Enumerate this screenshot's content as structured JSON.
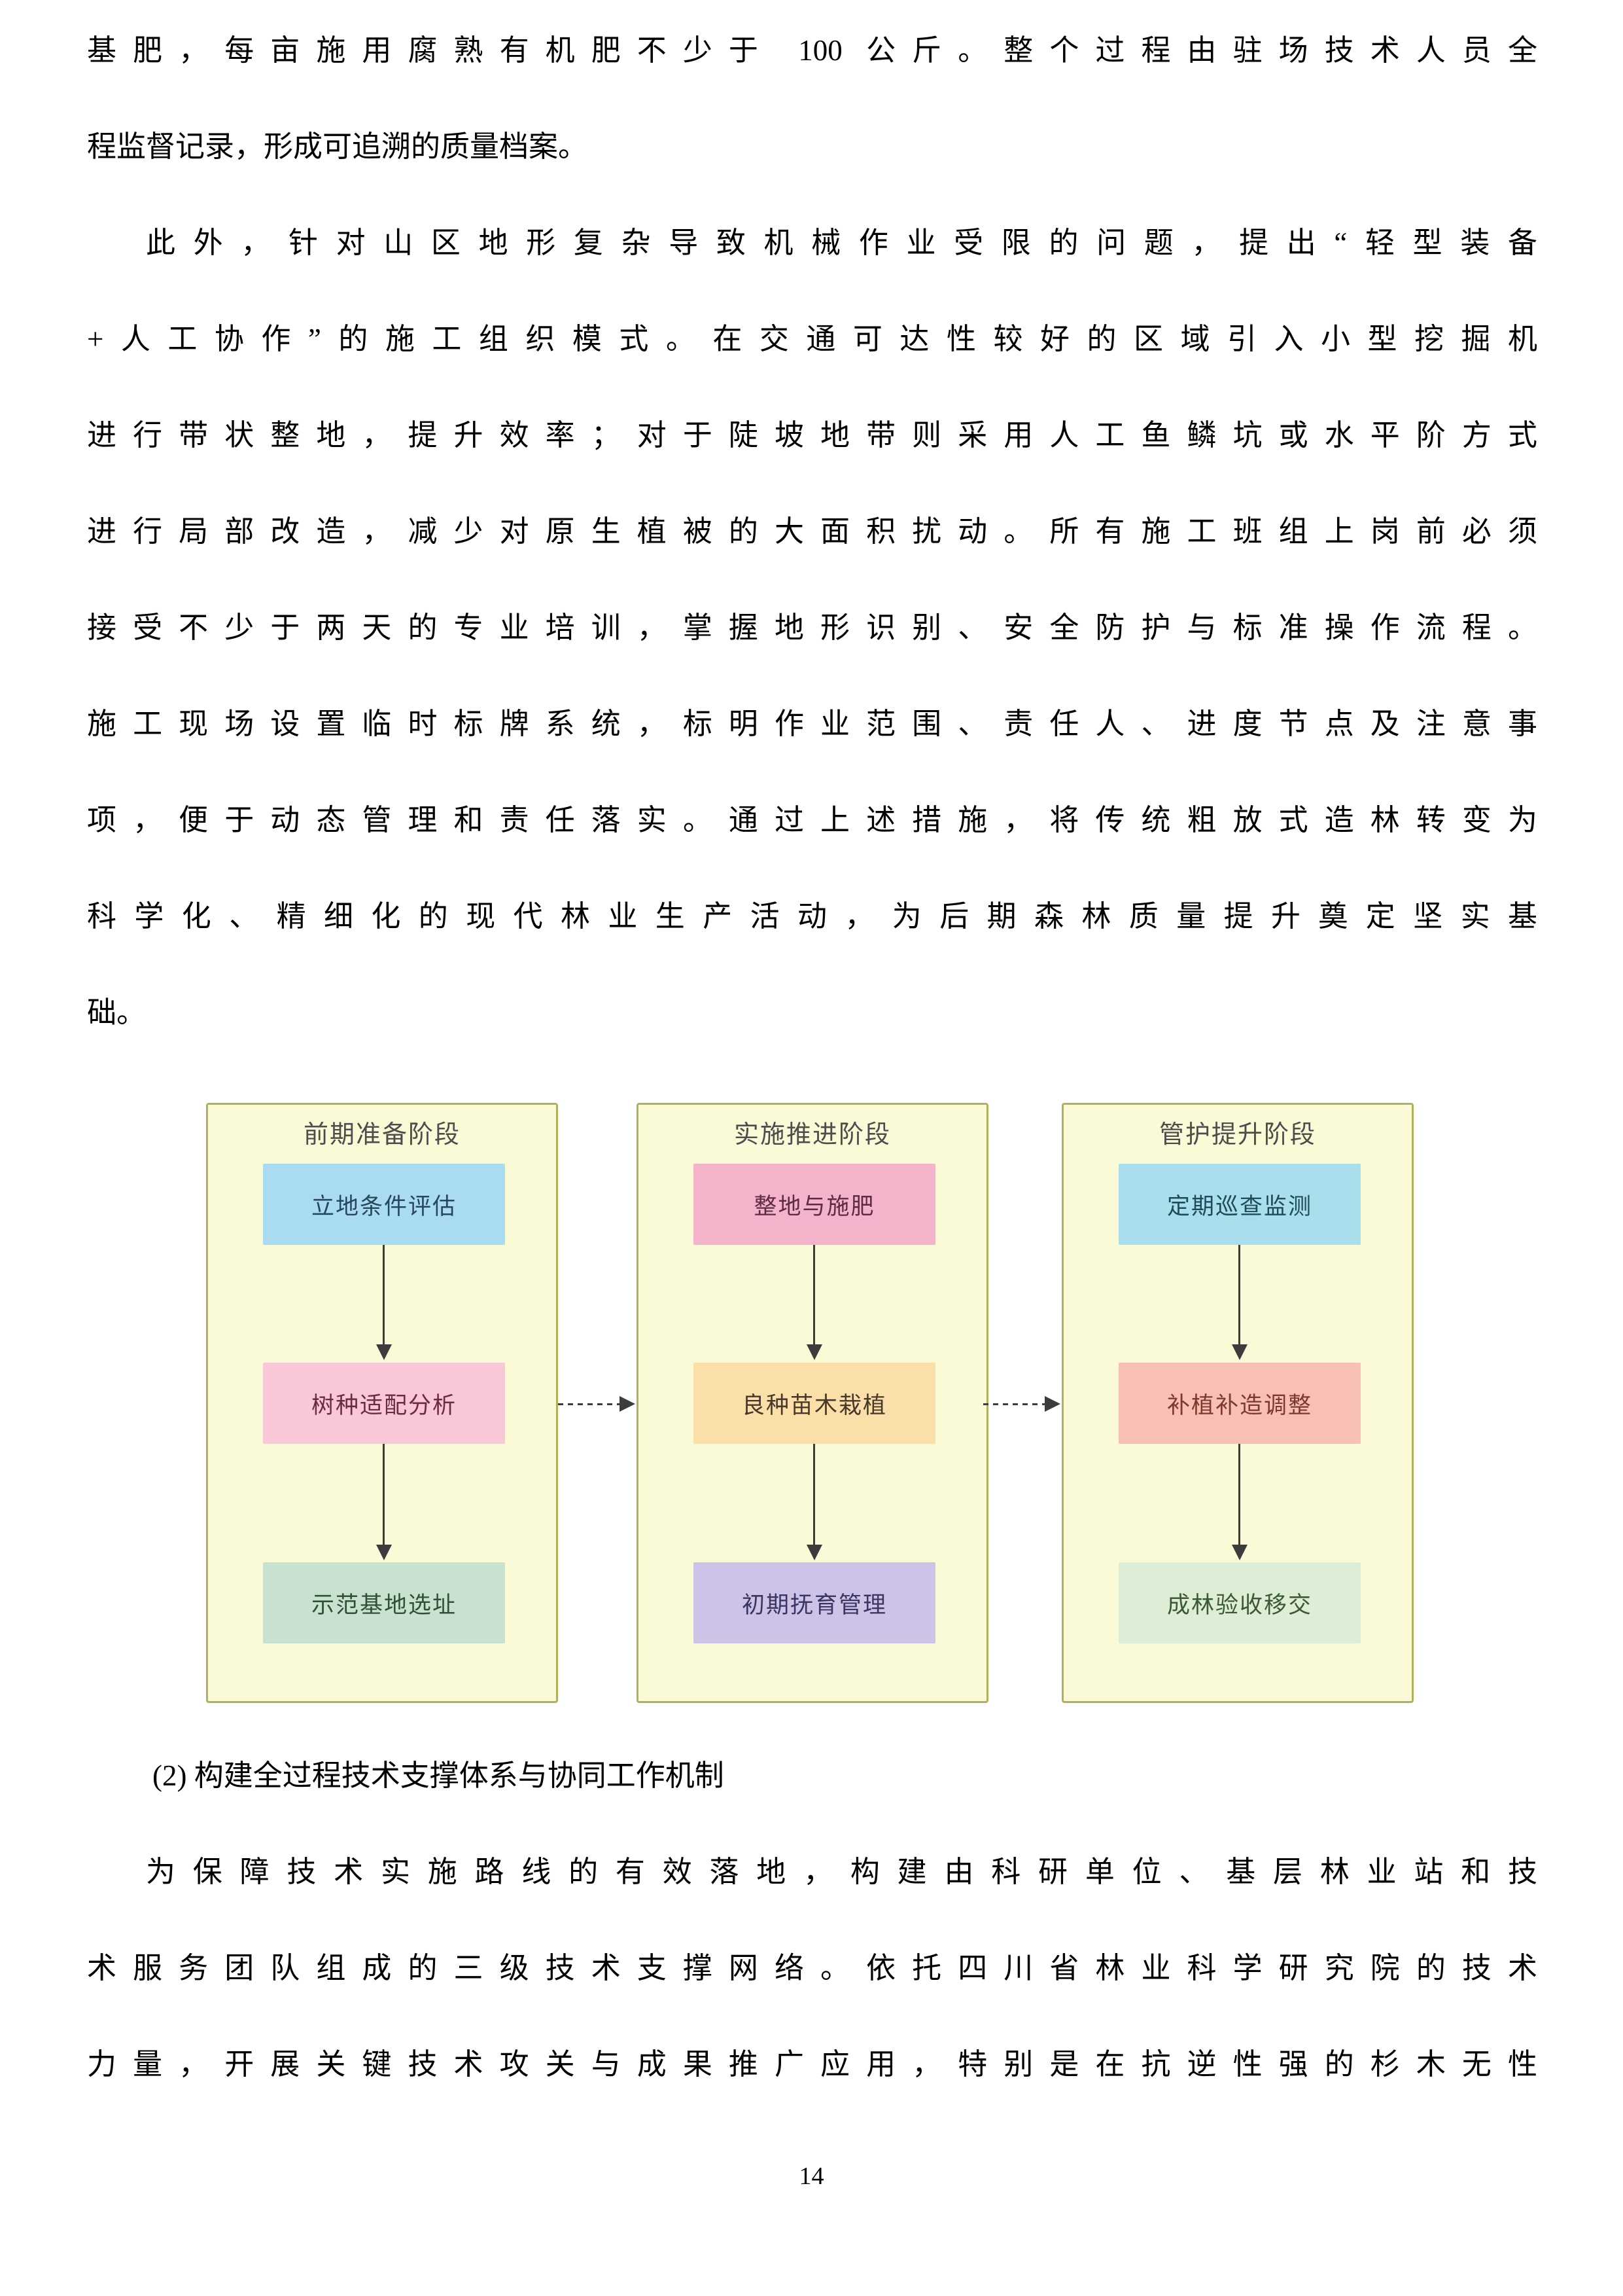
{
  "page": {
    "number": "14",
    "background": "#FFFFFF"
  },
  "document": {
    "paragraph1_lines": [
      "基肥，每亩施用腐熟有机肥不少于 100 公斤。整个过程由驻场技术人员全",
      "程监督记录，形成可追溯的质量档案。"
    ],
    "paragraph2_lines": [
      "此外，针对山区地形复杂导致机械作业受限的问题，提出“轻型装备",
      "+人工协作”的施工组织模式。在交通可达性较好的区域引入小型挖掘机",
      "进行带状整地，提升效率；对于陡坡地带则采用人工鱼鳞坑或水平阶方式",
      "进行局部改造，减少对原生植被的大面积扰动。所有施工班组上岗前必须",
      "接受不少于两天的专业培训，掌握地形识别、安全防护与标准操作流程。",
      "施工现场设置临时标牌系统，标明作业范围、责任人、进度节点及注意事",
      "项，便于动态管理和责任落实。通过上述措施，将传统粗放式造林转变为",
      "科学化、精细化的现代林业生产活动，为后期森林质量提升奠定坚实基",
      "础。"
    ],
    "section_heading": "(2) 构建全过程技术支撑体系与协同工作机制",
    "paragraph3_lines": [
      "为保障技术实施路线的有效落地，构建由科研单位、基层林业站和技",
      "术服务团队组成的三级技术支撑网络。依托四川省林业科学研究院的技术",
      "力量，开展关键技术攻关与成果推广应用，特别是在抗逆性强的杉木无性"
    ]
  },
  "flowchart": {
    "arrow_color": "#3C3C3C",
    "panel_fill": "#FAFAD7",
    "panel_border": "#AFB15F",
    "title_color": "#4D4D4D",
    "panels": [
      {
        "title": "前期准备阶段",
        "boxes": [
          {
            "label": "立地条件评估",
            "fill": "#A9DCF1",
            "text_color": "#27475C"
          },
          {
            "label": "树种适配分析",
            "fill": "#F8C8D8",
            "text_color": "#6B2C43"
          },
          {
            "label": "示范基地选址",
            "fill": "#C9E2CF",
            "text_color": "#2F5237"
          }
        ]
      },
      {
        "title": "实施推进阶段",
        "boxes": [
          {
            "label": "整地与施肥",
            "fill": "#F2B3CB",
            "text_color": "#5C2C42"
          },
          {
            "label": "良种苗木栽植",
            "fill": "#FBDFA8",
            "text_color": "#46382A"
          },
          {
            "label": "初期抚育管理",
            "fill": "#CCC3E6",
            "text_color": "#3A3563"
          }
        ]
      },
      {
        "title": "管护提升阶段",
        "boxes": [
          {
            "label": "定期巡查监测",
            "fill": "#A9DFEC",
            "text_color": "#1E4A5A"
          },
          {
            "label": "补植补造调整",
            "fill": "#F8C0B4",
            "text_color": "#7C3A2E"
          },
          {
            "label": "成林验收移交",
            "fill": "#DDEDD6",
            "text_color": "#3A5A34"
          }
        ]
      }
    ]
  }
}
